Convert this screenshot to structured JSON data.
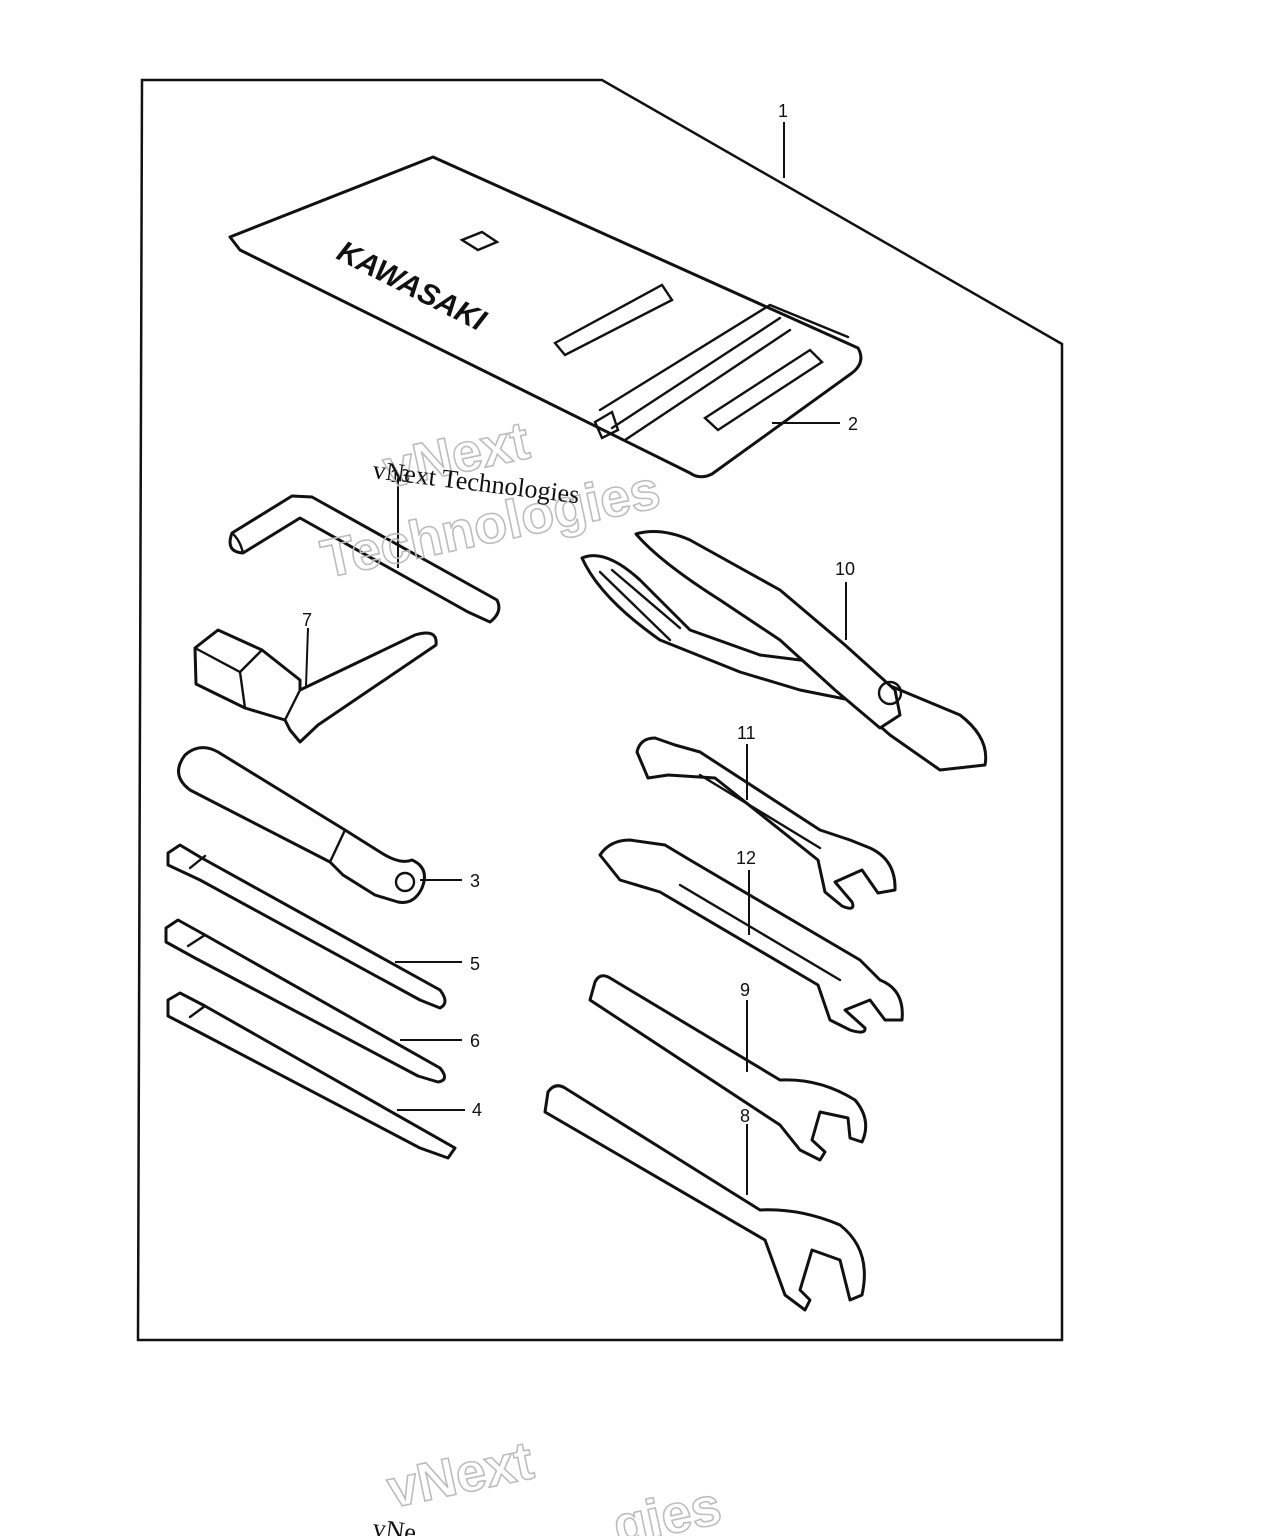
{
  "diagram": {
    "brand_logo": "KAWASAKI",
    "callouts": [
      "1",
      "2",
      "3",
      "4",
      "5",
      "6",
      "7",
      "8",
      "9",
      "10",
      "11",
      "12",
      "13"
    ],
    "watermark": {
      "serif_text": "vNext Technologies",
      "outline_line1": "vNext",
      "outline_line2": "Technologies",
      "bottom_serif": "vNe",
      "bottom_outline_line1": "vNext",
      "bottom_outline_line2": "gies"
    }
  }
}
